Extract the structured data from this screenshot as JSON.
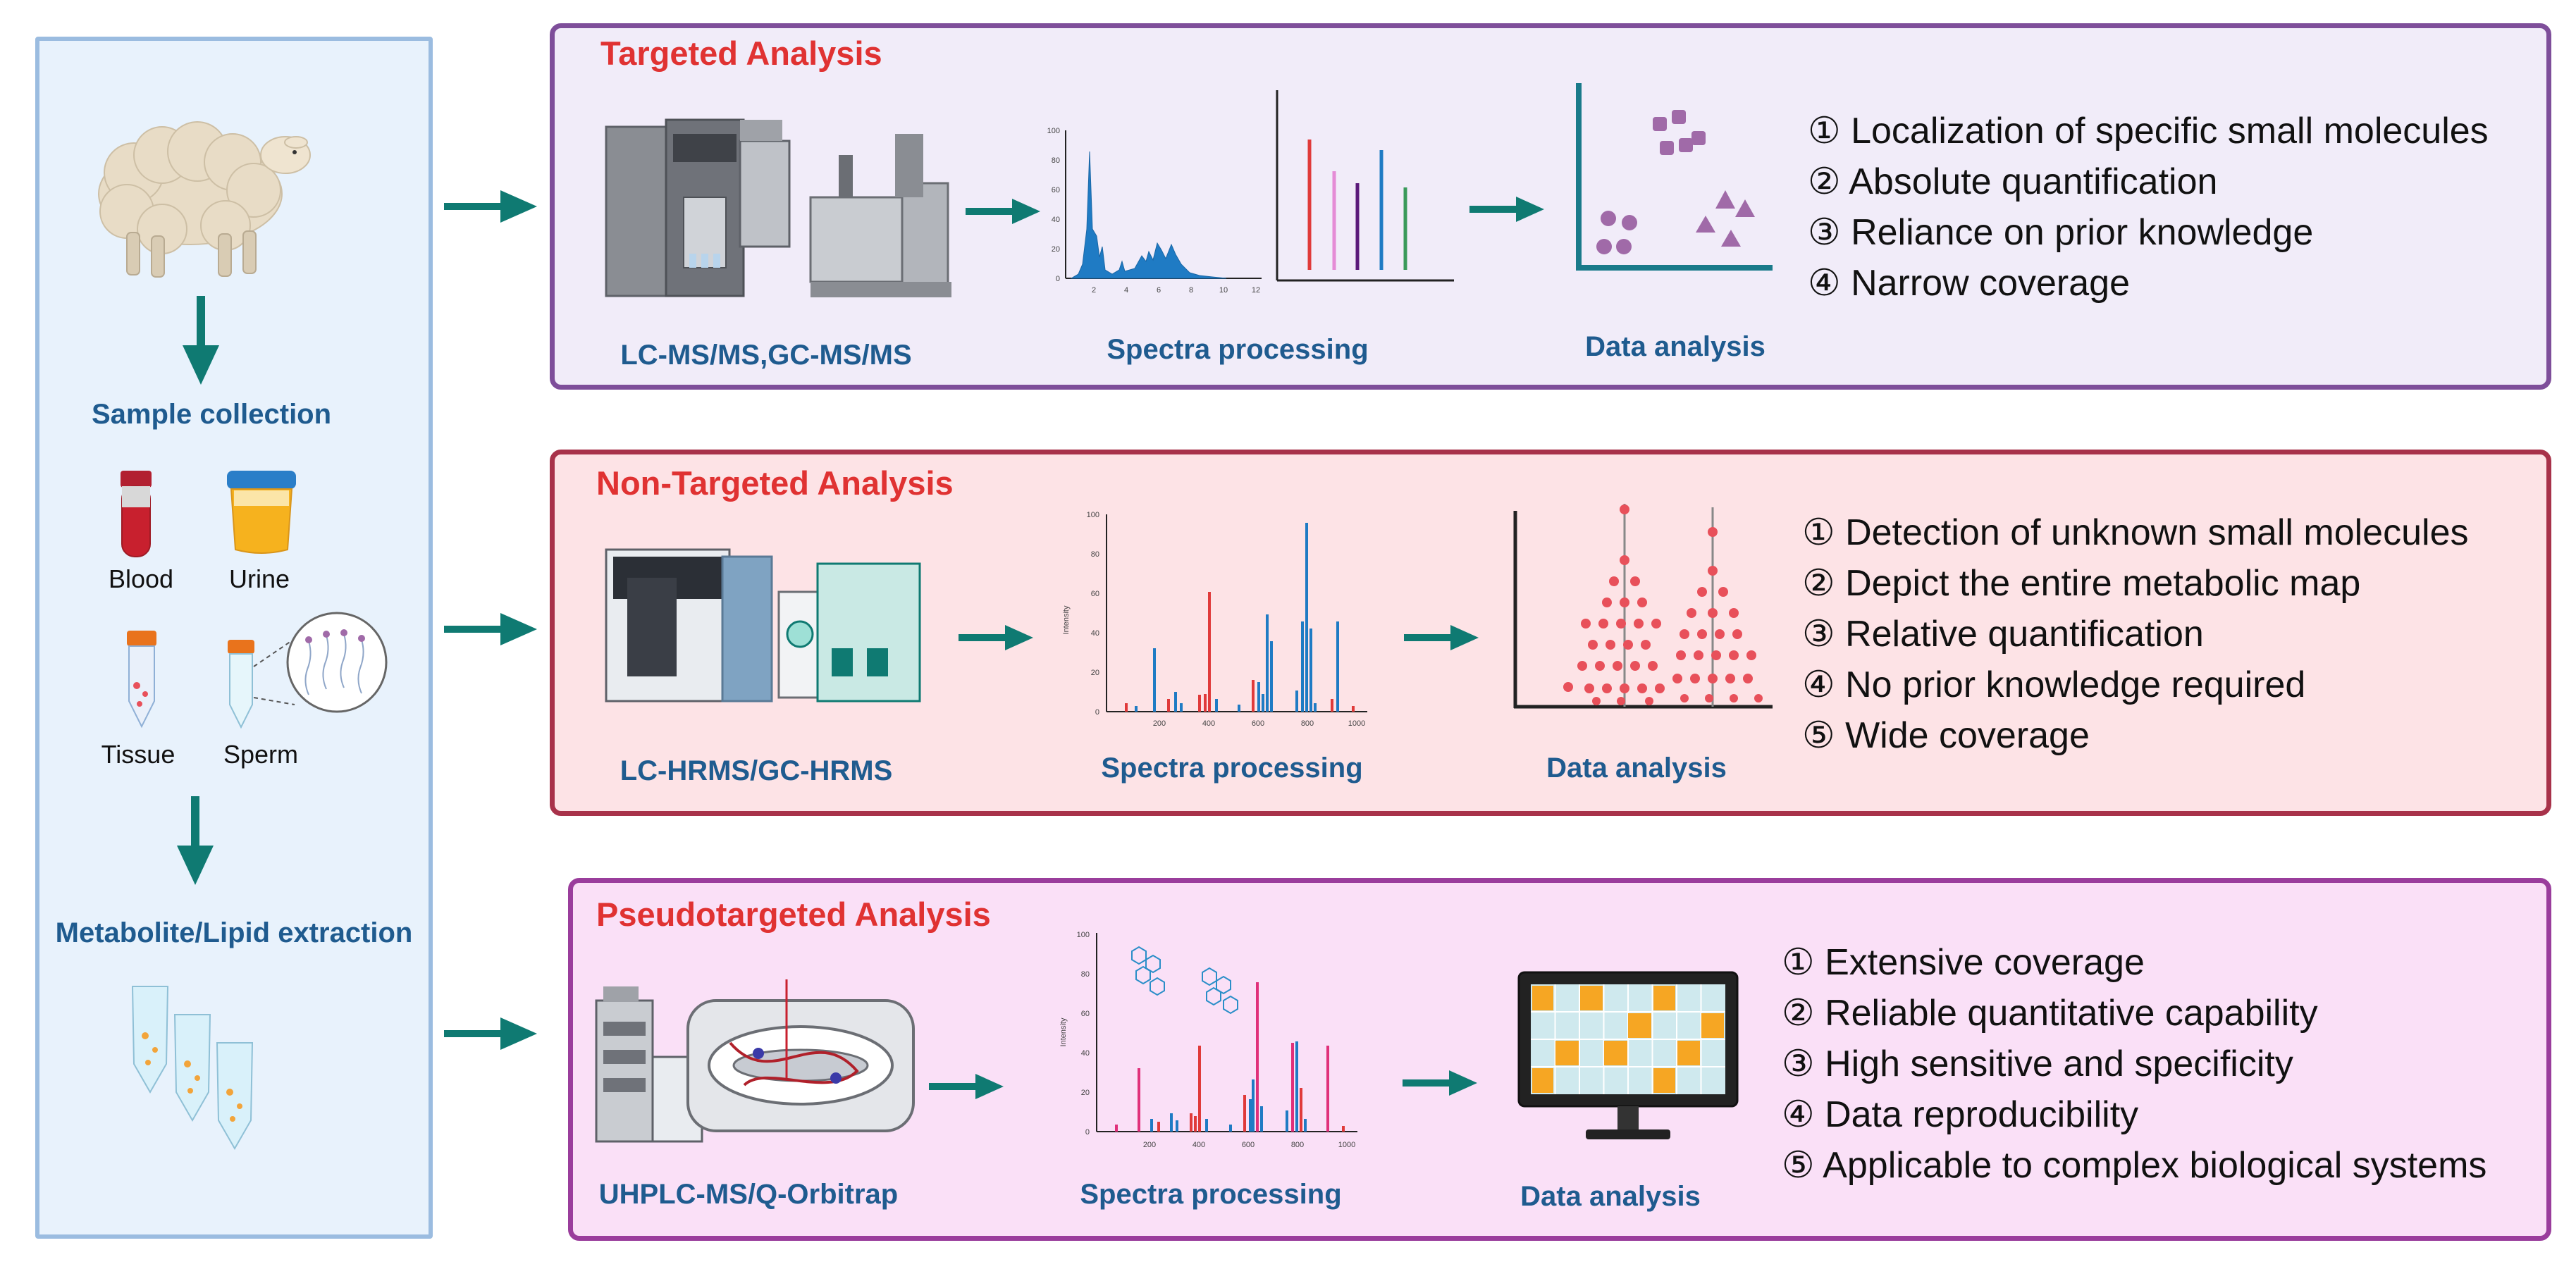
{
  "sidebar": {
    "sample_collection": "Sample collection",
    "samples": [
      "Blood",
      "Urine",
      "Tissue",
      "Sperm"
    ],
    "extraction": "Metabolite/Lipid extraction"
  },
  "targeted": {
    "title": "Targeted Analysis",
    "instrument": "LC-MS/MS,GC-MS/MS",
    "spectra": "Spectra processing",
    "data": "Data analysis",
    "features": [
      "① Localization of specific small molecules",
      "② Absolute quantification",
      "③ Reliance on prior knowledge",
      "④ Narrow coverage"
    ]
  },
  "nontargeted": {
    "title": "Non-Targeted Analysis",
    "instrument": "LC-HRMS/GC-HRMS",
    "spectra": "Spectra processing",
    "data": "Data analysis",
    "features": [
      "① Detection of unknown small molecules",
      "② Depict the entire metabolic map",
      "③ Relative quantification",
      "④ No prior knowledge required",
      "⑤ Wide coverage"
    ]
  },
  "pseudotargeted": {
    "title": "Pseudotargeted Analysis",
    "instrument": "UHPLC-MS/Q-Orbitrap",
    "spectra": "Spectra processing",
    "data": "Data analysis",
    "features": [
      "① Extensive coverage",
      "② Reliable quantitative capability",
      "③ High sensitive and specificity",
      "④ Data reproducibility",
      "⑤ Applicable to complex biological systems"
    ]
  },
  "axes": {
    "y_ticks_small": [
      "0",
      "20",
      "40",
      "60",
      "80",
      "100"
    ],
    "x_ticks_small": [
      "2",
      "4",
      "6",
      "8",
      "10",
      "12"
    ],
    "y_ticks": [
      "0",
      "20",
      "40",
      "60",
      "80",
      "100"
    ],
    "x_ticks": [
      "200",
      "400",
      "600",
      "800",
      "1000"
    ],
    "ylabel": "Intensity"
  },
  "colors": {
    "title_red": "#e03232",
    "label_blue": "#1f5b8f",
    "arrow_teal": "#0f7a72",
    "spec_blue": "#1f7bc4",
    "spec_red": "#e03a3a",
    "spec_pink": "#e0307a",
    "purple_marker": "#a06aa8",
    "dot_red": "#e8505a"
  }
}
